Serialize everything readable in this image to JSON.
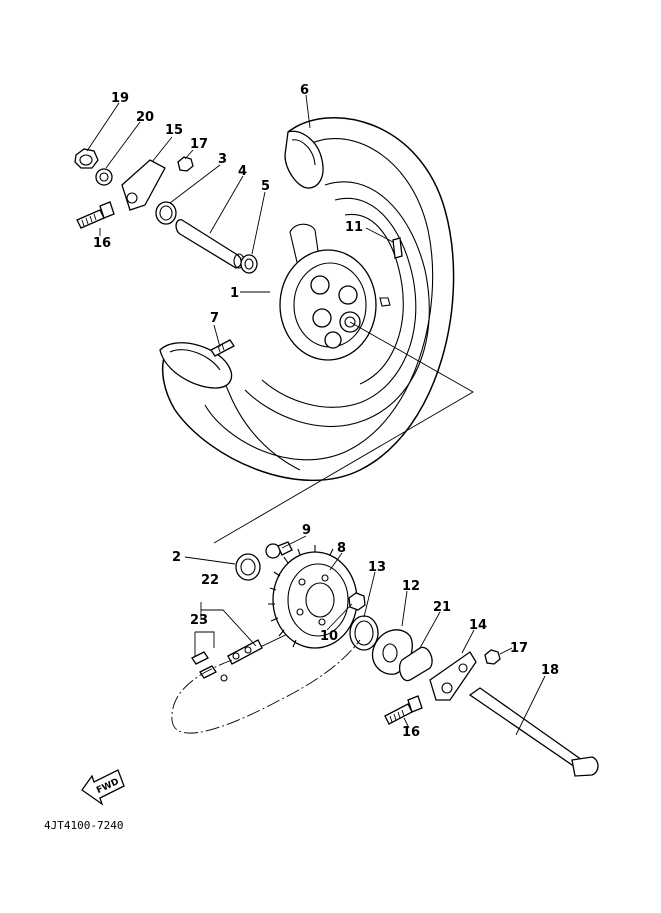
{
  "callouts": {
    "c1": "1",
    "c2": "2",
    "c3": "3",
    "c4": "4",
    "c5": "5",
    "c6": "6",
    "c7": "7",
    "c8": "8",
    "c9": "9",
    "c10": "10",
    "c11": "11",
    "c12": "12",
    "c13": "13",
    "c14": "14",
    "c15": "15",
    "c16a": "16",
    "c16b": "16",
    "c17a": "17",
    "c17b": "17",
    "c18": "18",
    "c19": "19",
    "c20": "20",
    "c21": "21",
    "c22": "22",
    "c23": "23"
  },
  "fwd_label": "FWD",
  "diagram_code": "4JT4100-7240"
}
